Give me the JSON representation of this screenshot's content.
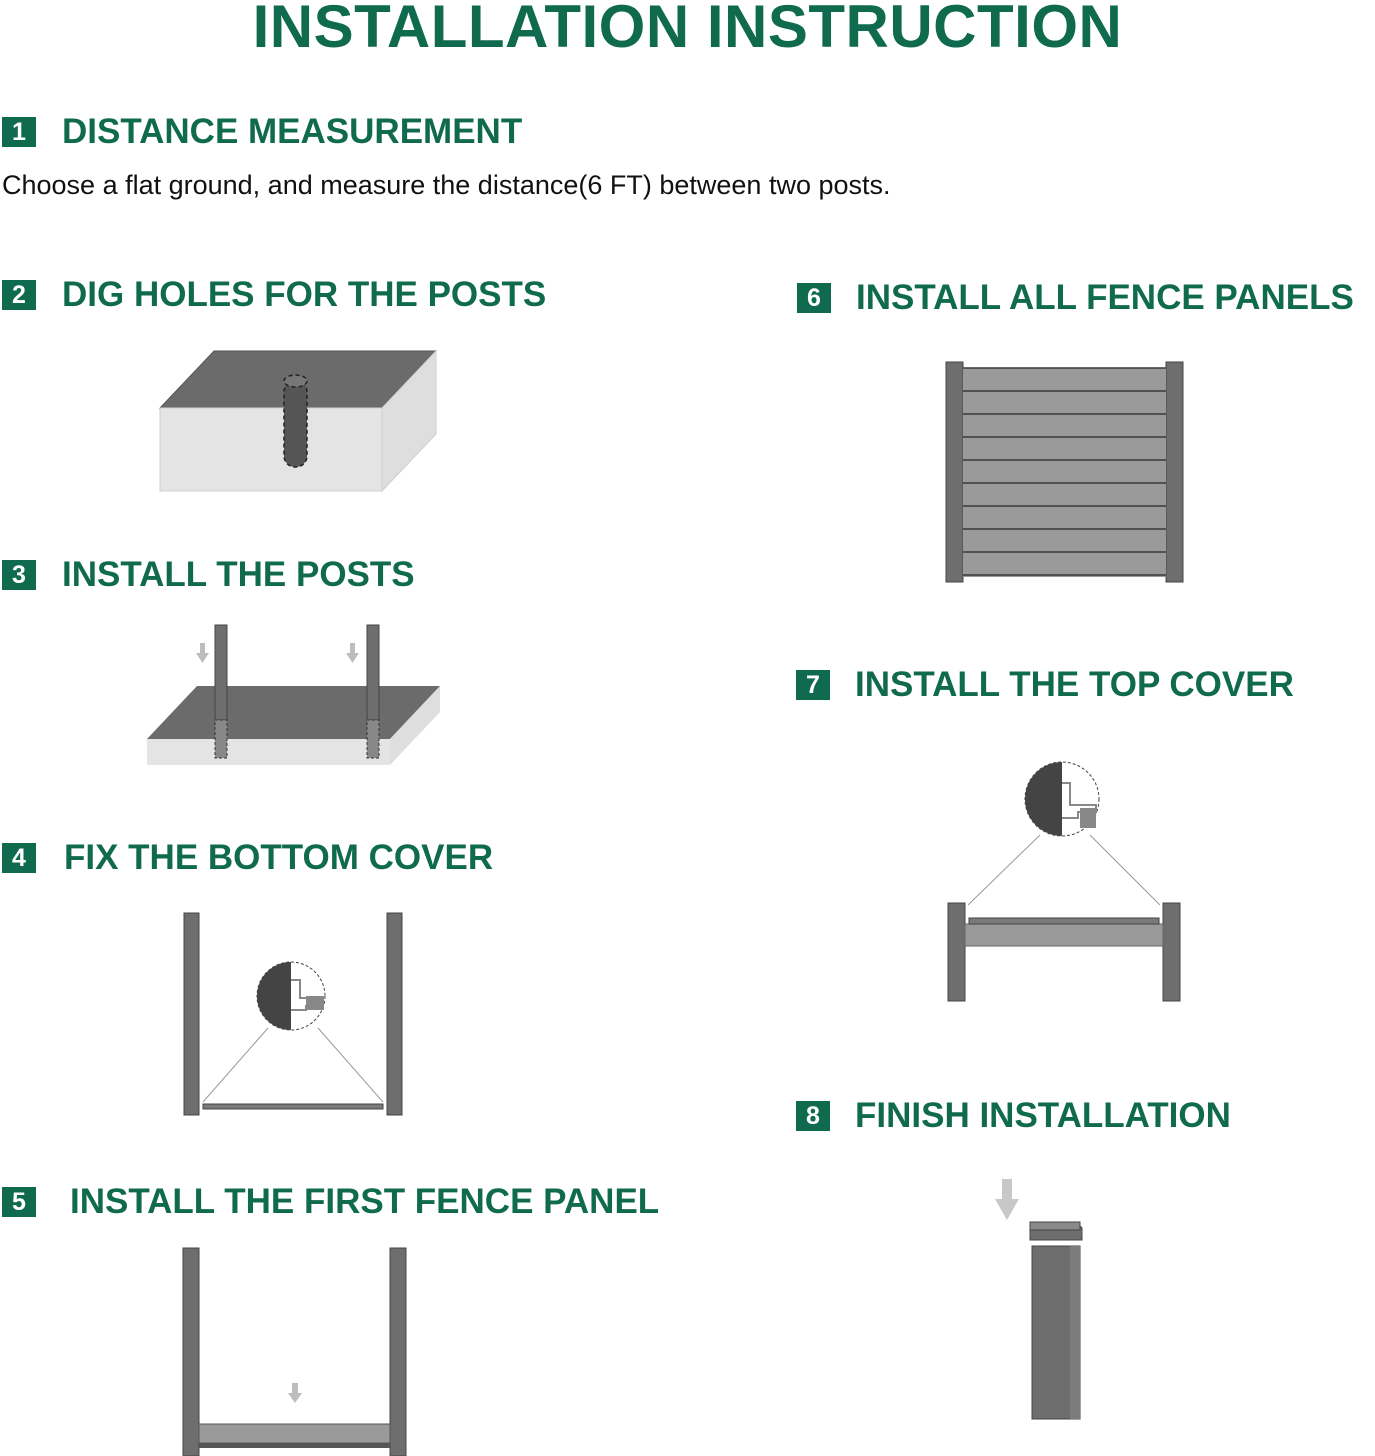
{
  "title": "INSTALLATION INSTRUCTION",
  "steps": [
    {
      "number": "1",
      "label": "DISTANCE MEASUREMENT",
      "description": "Choose a flat ground, and measure the distance(6 FT) between two posts."
    },
    {
      "number": "2",
      "label": "DIG HOLES FOR THE POSTS"
    },
    {
      "number": "3",
      "label": "INSTALL THE POSTS"
    },
    {
      "number": "4",
      "label": "FIX THE BOTTOM COVER"
    },
    {
      "number": "5",
      "label": "INSTALL THE FIRST FENCE PANEL"
    },
    {
      "number": "6",
      "label": "INSTALL ALL FENCE PANELS"
    },
    {
      "number": "7",
      "label": "INSTALL THE TOP COVER"
    },
    {
      "number": "8",
      "label": "FINISH INSTALLATION"
    }
  ],
  "colors": {
    "accent": "#0f6a4e",
    "post": "#6e6e6e",
    "panel": "#9a9a9a",
    "ground_top": "#6b6b6b",
    "ground_side": "#e2e2e2"
  }
}
